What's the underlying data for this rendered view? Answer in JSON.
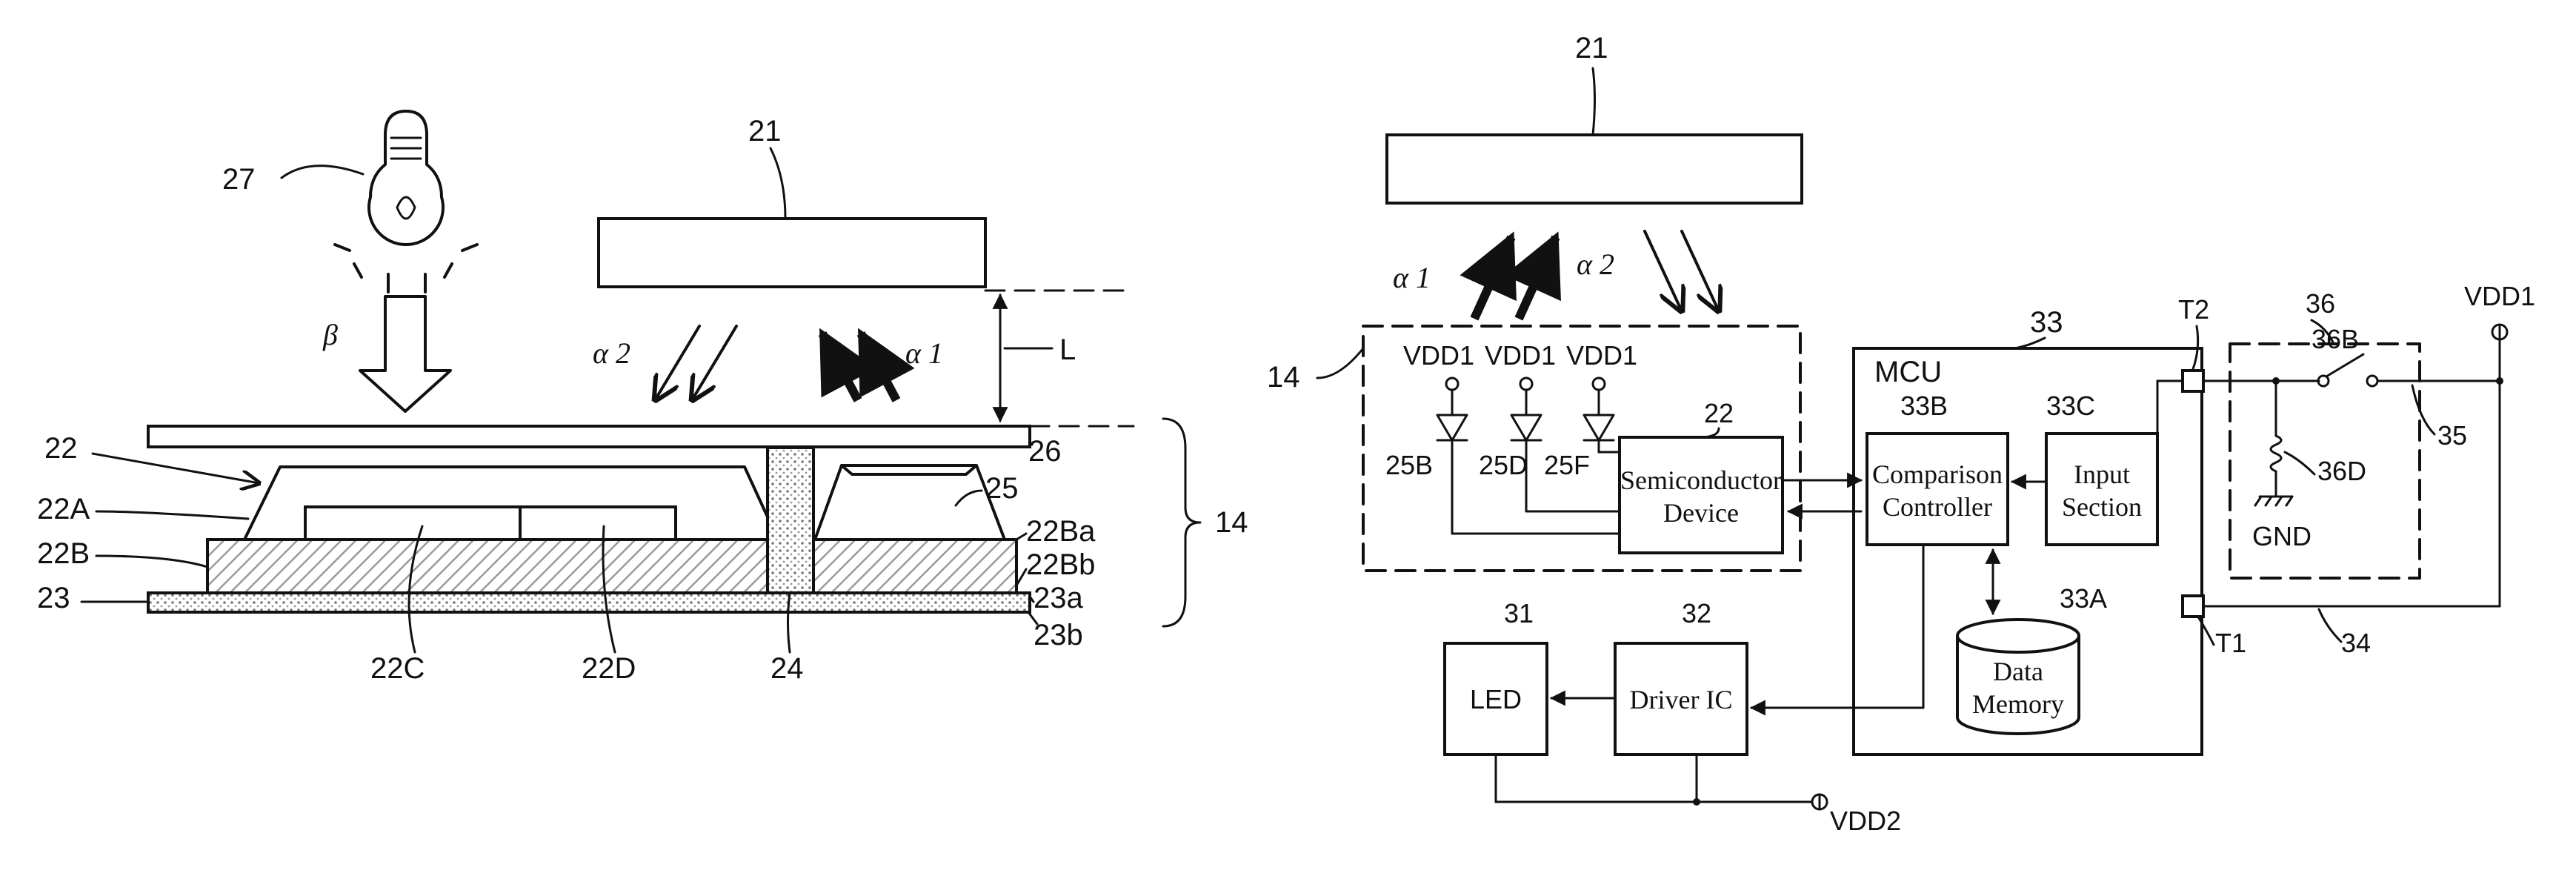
{
  "colors": {
    "ink": "#111111",
    "paper": "#ffffff",
    "hatch": "#c4c4c4",
    "dots": "#d9d9d9"
  },
  "fig_left": {
    "labels": {
      "panel": "21",
      "lamp": "27",
      "beta": "β",
      "alpha2": "α 2",
      "alpha1": "α 1",
      "gap": "L",
      "sensor": "22",
      "upper": "22A",
      "base": "22B",
      "substrate": "23",
      "chip_c": "22C",
      "chip_d": "22D",
      "pillar": "24",
      "glass": "26",
      "housing": "25",
      "base_top": "22Ba",
      "base_bottom": "22Bb",
      "sub_top": "23a",
      "sub_bottom": "23b",
      "module": "14"
    }
  },
  "fig_right": {
    "labels": {
      "panel": "21",
      "alpha1": "α 1",
      "alpha2": "α 2",
      "module": "14",
      "vdd_b": "VDD1",
      "vdd_d": "VDD1",
      "vdd_f": "VDD1",
      "diode_b": "25B",
      "diode_d": "25D",
      "diode_f": "25F",
      "semi_ref": "22",
      "semi_line1": "Semiconductor",
      "semi_line2": "Device",
      "mcu_ref": "33",
      "mcu": "MCU",
      "comp_ref": "33B",
      "comp_line1": "Comparison",
      "comp_line2": "Controller",
      "input_ref": "33C",
      "input_line1": "Input",
      "input_line2": "Section",
      "mem_ref": "33A",
      "mem_line1": "Data",
      "mem_line2": "Memory",
      "t2": "T2",
      "t1": "T1",
      "sw_ref": "36",
      "sw": "36B",
      "coil": "36D",
      "gnd": "GND",
      "vdd1_right": "VDD1",
      "wire_top": "35",
      "wire_bottom": "34",
      "led_ref": "31",
      "led": "LED",
      "driver_ref": "32",
      "driver": "Driver IC",
      "vdd2": "VDD2"
    }
  }
}
